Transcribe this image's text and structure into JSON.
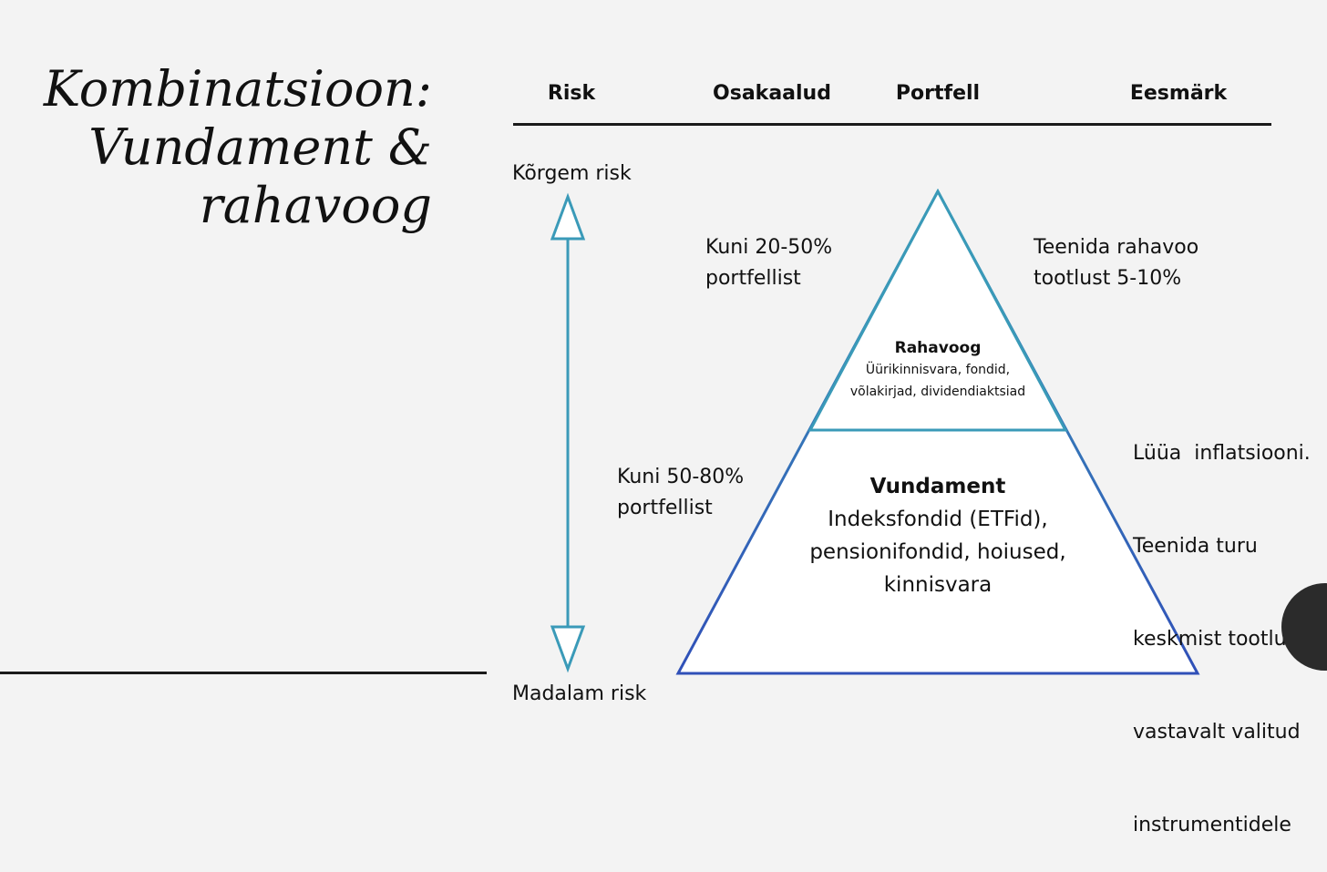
{
  "title": {
    "line1": "Kombinatsioon:",
    "line2": "Vundament &",
    "line3": "rahavoog"
  },
  "headers": {
    "risk": "Risk",
    "allocation": "Osakaalud",
    "portfolio": "Portfell",
    "goal": "Eesmärk"
  },
  "risk_axis": {
    "high": "Kõrgem risk",
    "low": "Madalam risk"
  },
  "allocations": {
    "top": [
      "Kuni 20-50%",
      "portfellist"
    ],
    "bottom": [
      "Kuni 50-80%",
      "portfellist"
    ]
  },
  "pyramid": {
    "top_tier": {
      "title": "Rahavoog",
      "lines": [
        "Üürikinnisvara, fondid,",
        "võlakirjad, dividendiaktsiad"
      ]
    },
    "bottom_tier": {
      "title": "Vundament",
      "lines": [
        "Indeksfondid (ETFid),",
        "pensionifondid, hoiused,",
        "kinnisvara"
      ]
    }
  },
  "goals": {
    "top": [
      "Teenida rahavoo",
      "tootlust 5-10%"
    ],
    "bottom": [
      "Lüüa  inflatsiooni.",
      "Teenida turu",
      "keskmist tootlust",
      "vastavalt valitud",
      "instrumentidele"
    ]
  },
  "colors": {
    "arrow": "#3a9ab8",
    "pyramid_top_edge": "#3a9ab8",
    "pyramid_bottom_edge": "#3050b8"
  }
}
